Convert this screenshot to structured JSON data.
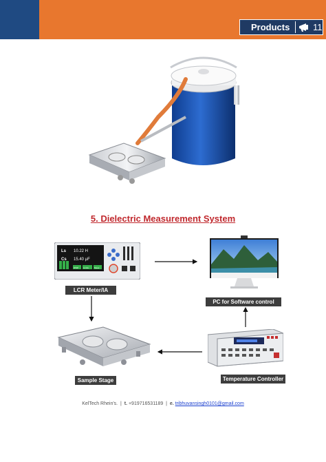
{
  "header": {
    "section": "Products",
    "page_number": "11",
    "icon": "megaphone-icon",
    "colors": {
      "blue": "#1f4a82",
      "orange": "#e8772e",
      "tab": "#1f3a63"
    }
  },
  "title": "5. Dielectric Measurement System",
  "lcr": {
    "caption": "LCR Meter/IA",
    "display": {
      "line1_sym": "Ls",
      "line1_val": "10.22 H",
      "line2_sym": "Cs",
      "line2_val": "15.40 µF",
      "buttons": [
        "DISP",
        "Limits",
        "Meas"
      ]
    }
  },
  "pc": {
    "caption": "PC for Software control"
  },
  "stage": {
    "caption": "Sample Stage"
  },
  "temp": {
    "caption": "Temperature Controller"
  },
  "footer": {
    "company": "KelTech Rhein's.",
    "sep": "|",
    "phone_label": "t.",
    "phone": "+919716531189",
    "email_label": "e.",
    "email": "tribhuvansingh0101@gmail.com"
  }
}
